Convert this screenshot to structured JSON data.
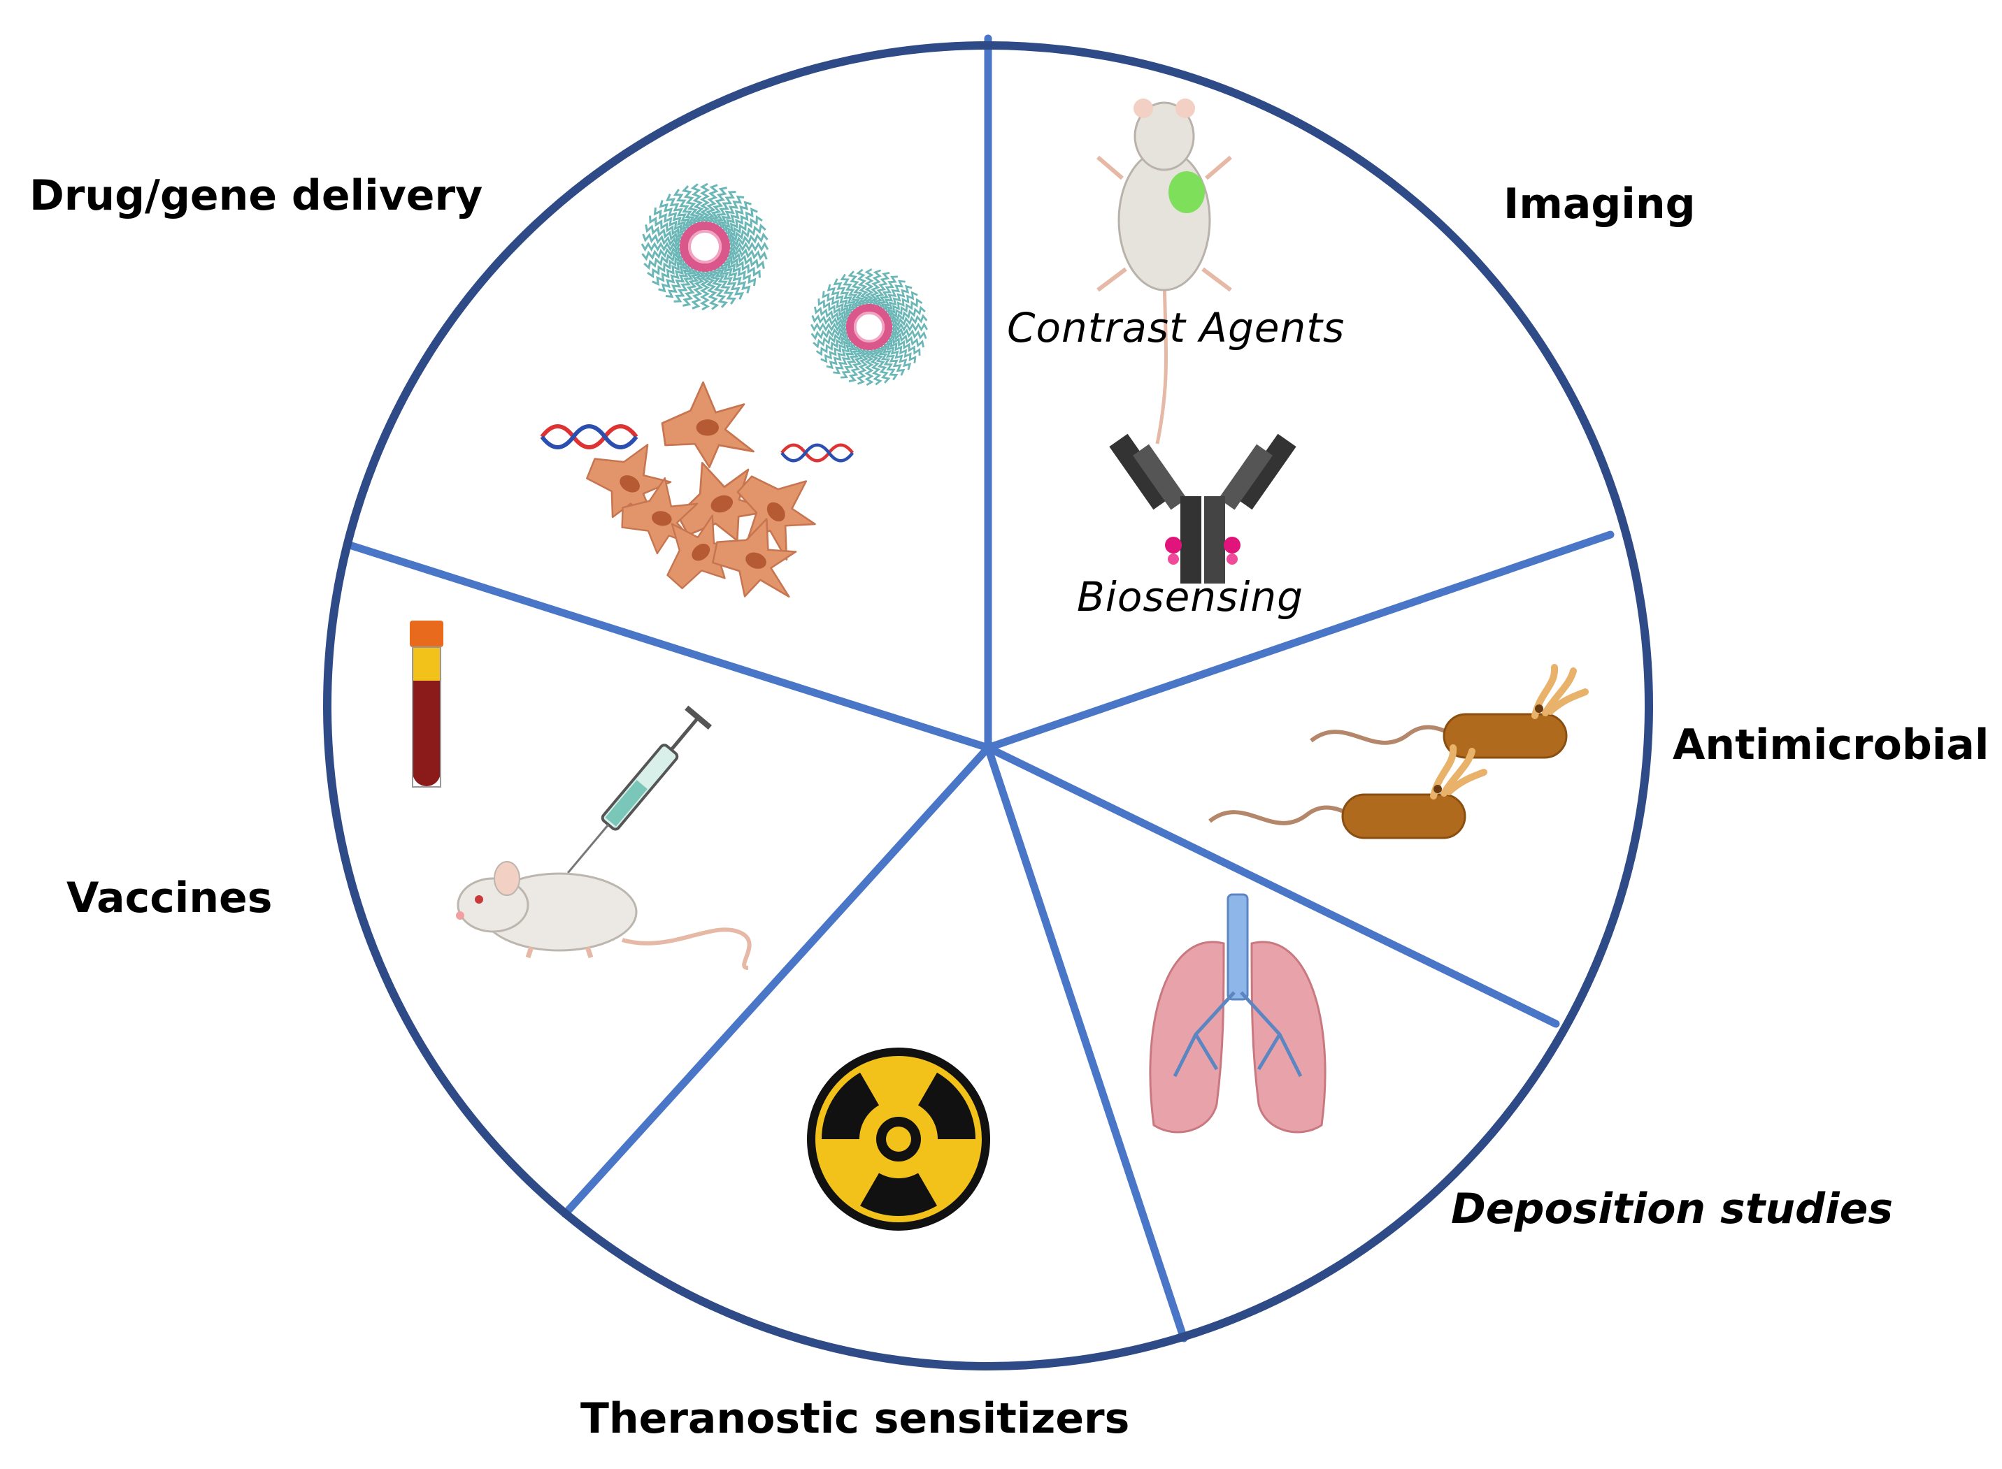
{
  "segments": [
    {
      "id": "drug",
      "label": "Drug/gene delivery",
      "icons": [
        "micelle-icon",
        "dna-icon",
        "cells-icon"
      ]
    },
    {
      "id": "imaging",
      "label": "Imaging",
      "sublabels": [
        "Contrast Agents",
        "Biosensing"
      ],
      "icons": [
        "mouse-topview-icon",
        "antibody-icon"
      ]
    },
    {
      "id": "antimicrobial",
      "label": "Antimicrobial",
      "icons": [
        "bacterium-icon"
      ]
    },
    {
      "id": "deposition",
      "label": "Deposition studies",
      "icons": [
        "lungs-icon"
      ]
    },
    {
      "id": "theranostic",
      "label": "Theranostic sensitizers",
      "icons": [
        "radiation-icon"
      ]
    },
    {
      "id": "vaccines",
      "label": "Vaccines",
      "icons": [
        "blood-tube-icon",
        "syringe-icon",
        "mouse-icon"
      ]
    }
  ],
  "colors": {
    "rim": "#2f4b87",
    "divider": "#4a76c8",
    "micelle": "#6bb6b6",
    "micelle_core": "#d9578a",
    "cell": "#e2956a",
    "bacterium": "#b06a1e",
    "lung": "#e8a3aa",
    "radiation_yellow": "#f2c21a"
  }
}
